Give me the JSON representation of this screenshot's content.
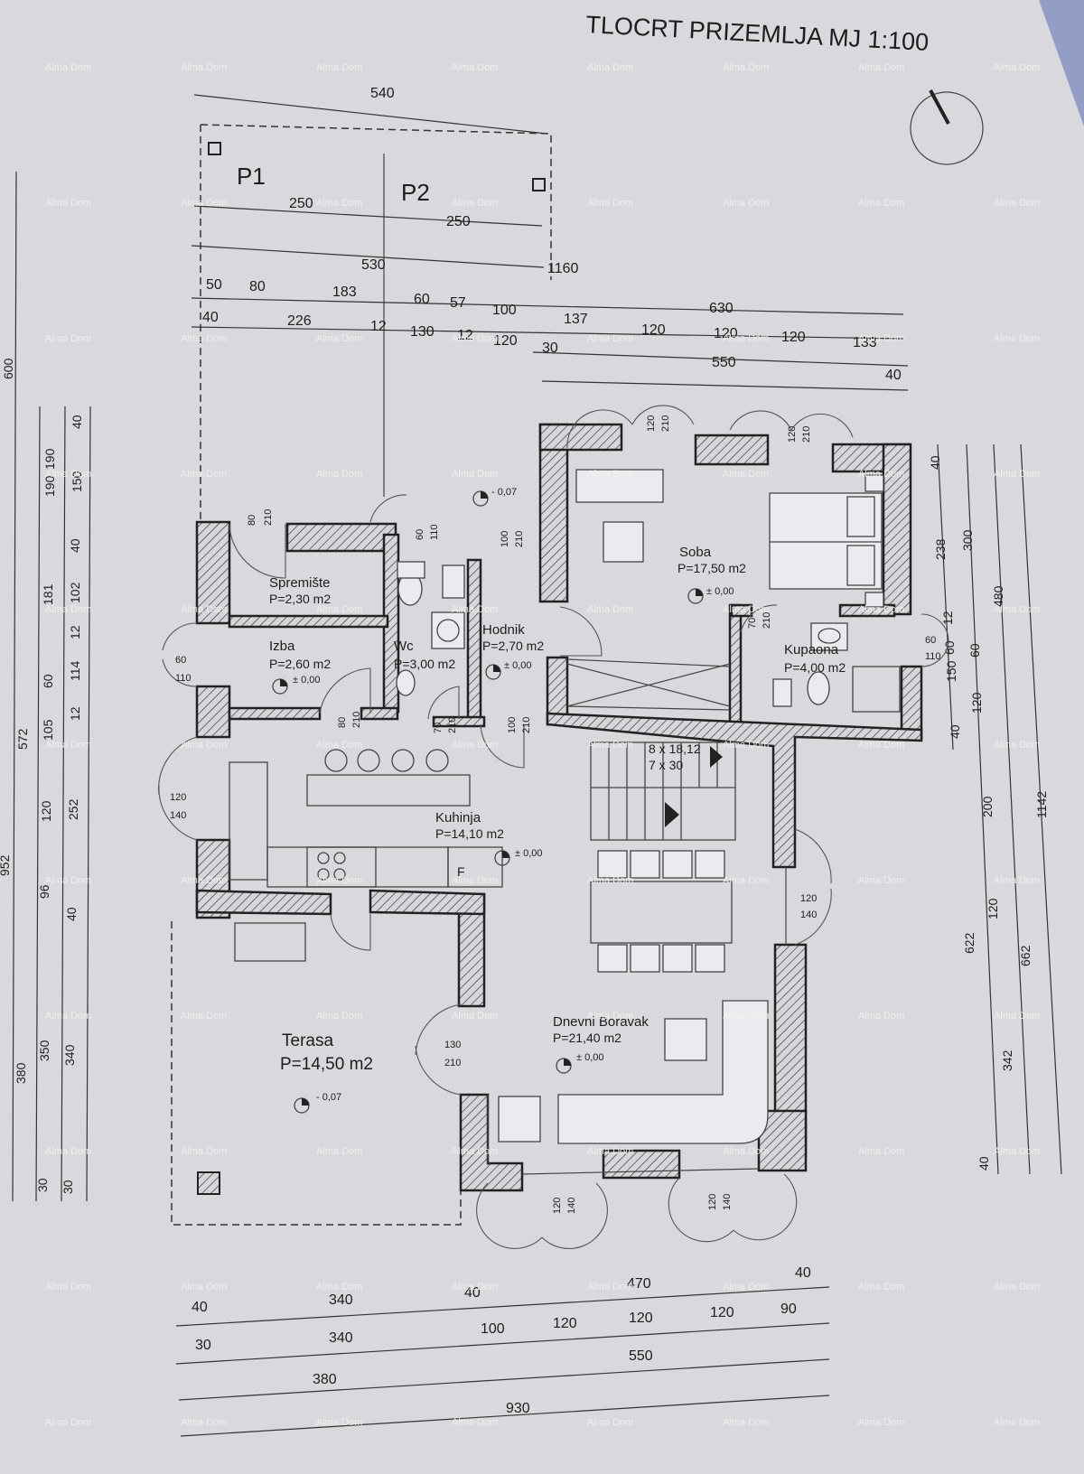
{
  "title": "TLOCRT PRIZEMLJA  MJ 1:100",
  "watermark": "Alma Dom",
  "parcels": {
    "p1": "P1",
    "p2": "P2"
  },
  "rooms": [
    {
      "id": "spremiste",
      "name": "Spremište",
      "area": "P=2,30 m2"
    },
    {
      "id": "izba",
      "name": "Izba",
      "area": "P=2,60 m2",
      "level": "± 0,00"
    },
    {
      "id": "wc",
      "name": "Wc",
      "area": "P=3,00 m2"
    },
    {
      "id": "hodnik",
      "name": "Hodnik",
      "area": "P=2,70 m2",
      "level": "± 0,00"
    },
    {
      "id": "soba",
      "name": "Soba",
      "area": "P=17,50 m2",
      "level": "± 0,00"
    },
    {
      "id": "kupaona",
      "name": "Kupaona",
      "area": "P=4,00 m2"
    },
    {
      "id": "kuhinja",
      "name": "Kuhinja",
      "area": "P=14,10 m2",
      "level": "± 0,00"
    },
    {
      "id": "dnevni",
      "name": "Dnevni Boravak",
      "area": "P=21,40 m2",
      "level": "± 0,00"
    },
    {
      "id": "terasa",
      "name": "Terasa",
      "area": "P=14,50 m2",
      "level": "- 0,07"
    }
  ],
  "levels": {
    "entry": "- 0,07"
  },
  "stairs": {
    "line1": "8 x 18,12",
    "line2": "7 x 30"
  },
  "fridge": "F",
  "dims_top": {
    "r1": [
      "540"
    ],
    "r2": [
      "250",
      "250"
    ],
    "r3": [
      "530",
      "1160"
    ],
    "r4": [
      "50",
      "80",
      "183",
      "60",
      "57",
      "100",
      "137",
      "630"
    ],
    "r5": [
      "40",
      "226",
      "12",
      "130",
      "12",
      "120",
      "30",
      "120",
      "120",
      "120",
      "133"
    ],
    "r6": [
      "550",
      "40"
    ]
  },
  "dims_left": {
    "c0": [
      "600",
      "952"
    ],
    "c1": [
      "572",
      "380"
    ],
    "c2": [
      "190",
      "181",
      "60",
      "105",
      "120",
      "96",
      "350",
      "30"
    ],
    "c3": [
      "40",
      "190",
      "150",
      "40",
      "102",
      "12",
      "114",
      "12",
      "252",
      "40",
      "340",
      "30"
    ]
  },
  "dims_right": {
    "c1": [
      "40",
      "238",
      "12",
      "60",
      "150",
      "40"
    ],
    "c2": [
      "300",
      "480",
      "60",
      "120",
      "200",
      "120",
      "342",
      "40"
    ],
    "c3": [
      "622",
      "662"
    ],
    "c4": [
      "1142"
    ]
  },
  "dims_bottom": {
    "r1": [
      "40",
      "340",
      "40",
      "470",
      "40"
    ],
    "r2": [
      "30",
      "340",
      "100",
      "120",
      "120",
      "120",
      "90"
    ],
    "r3": [
      "380",
      "550"
    ],
    "r4": [
      "930"
    ]
  },
  "openings": {
    "spremiste_door": [
      "80",
      "210"
    ],
    "wc_window": [
      "60",
      "110"
    ],
    "hodnik_window": [
      "100",
      "210"
    ],
    "soba_w1": [
      "120",
      "210"
    ],
    "soba_w2": [
      "120",
      "210"
    ],
    "izba_w": [
      "60",
      "110"
    ],
    "izba_door": [
      "80",
      "210"
    ],
    "wc_door": [
      "70",
      "210"
    ],
    "hodnik_door": [
      "100",
      "210"
    ],
    "kupaona_door": [
      "70",
      "210"
    ],
    "kupaona_w": [
      "60",
      "110"
    ],
    "kuhinja_w": [
      "120",
      "140"
    ],
    "dnevni_w_right": [
      "120",
      "140"
    ],
    "dnevni_door": [
      "130",
      "210"
    ],
    "dnevni_w_b1": [
      "120",
      "140"
    ],
    "dnevni_w_b2": [
      "120",
      "140"
    ]
  }
}
